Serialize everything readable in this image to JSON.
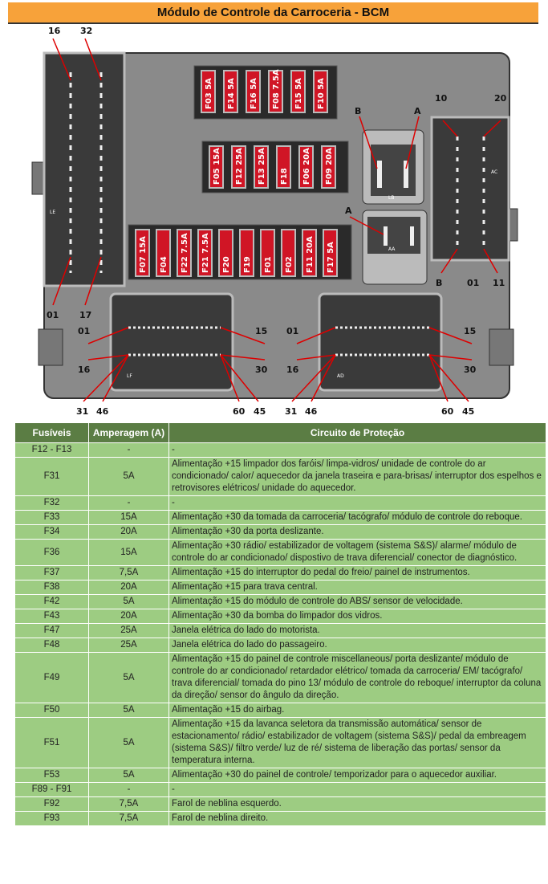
{
  "title": "Módulo de Controle da Carroceria - BCM",
  "diagram": {
    "fuse_row1": [
      "F03 5A",
      "F14 5A",
      "F16 5A",
      "F08 7.5A",
      "F15 5A",
      "F10 5A"
    ],
    "fuse_row2": [
      "F05 15A",
      "F12 25A",
      "F13 25A",
      "F18",
      "F06 20A",
      "F09 20A"
    ],
    "fuse_row3": [
      "F07 15A",
      "F04",
      "F22 7.5A",
      "F21 7.5A",
      "F20",
      "F19",
      "F01",
      "F02",
      "F11 20A",
      "F17 5A"
    ],
    "left_connector": {
      "name": "LE",
      "top_a": "16",
      "top_b": "32",
      "bottom_a": "01",
      "bottom_b": "17"
    },
    "ac_connector": {
      "name": "AC",
      "top_a": "10",
      "top_b": "20",
      "bottom_a": "B",
      "bottom_b": "01",
      "bottom_c": "11"
    },
    "lb_connector": {
      "name": "LB",
      "pin_b": "B",
      "pin_a": "A"
    },
    "aa_connector": {
      "name": "AA",
      "pin_a": "A"
    },
    "lf_connector": {
      "name": "LF",
      "p01": "01",
      "p15": "15",
      "p16": "16",
      "p30": "30",
      "p31": "31",
      "p46": "46",
      "p60": "60",
      "p45": "45"
    },
    "ad_connector": {
      "name": "AD",
      "p01": "01",
      "p15": "15",
      "p16": "16",
      "p30": "30",
      "p31": "31",
      "p46": "46",
      "p60": "60",
      "p45": "45"
    }
  },
  "table": {
    "headers": [
      "Fusíveis",
      "Amperagem (A)",
      "Circuito de Proteção"
    ],
    "rows": [
      [
        "F12 - F13",
        "-",
        "-"
      ],
      [
        "F31",
        "5A",
        "Alimentação +15 limpador dos faróis/ limpa-vidros/ unidade de controle do ar condicionado/ calor/ aquecedor da janela traseira e para-brisas/ interruptor dos espelhos e retrovisores elétricos/ unidade do aquecedor."
      ],
      [
        "F32",
        "-",
        "-"
      ],
      [
        "F33",
        "15A",
        "Alimentação +30 da tomada da carroceria/ tacógrafo/ módulo de controle do reboque."
      ],
      [
        "F34",
        "20A",
        "Alimentação +30 da porta deslizante."
      ],
      [
        "F36",
        "15A",
        "Alimentação +30 rádio/ estabilizador de voltagem (sistema S&S)/ alarme/ módulo de controle do ar condicionado/ dispostivo de trava diferencial/ conector de diagnóstico."
      ],
      [
        "F37",
        "7,5A",
        "Alimentação +15 do interruptor do pedal do freio/ painel de instrumentos."
      ],
      [
        "F38",
        "20A",
        "Alimentação +15 para trava central."
      ],
      [
        "F42",
        "5A",
        "Alimentação +15 do módulo de controle do ABS/ sensor de velocidade."
      ],
      [
        "F43",
        "20A",
        "Alimentação +30 da bomba do limpador dos vidros."
      ],
      [
        "F47",
        "25A",
        "Janela elétrica do lado do motorista."
      ],
      [
        "F48",
        "25A",
        "Janela elétrica do lado do passageiro."
      ],
      [
        "F49",
        "5A",
        "Alimentação +15 do painel de controle miscellaneous/ porta deslizante/ módulo de controle do ar condicionado/ retardador elétrico/  tomada da carroceria/ EM/ tacógrafo/ trava diferencial/ tomada do pino 13/ módulo de controle do reboque/ interruptor da coluna da direção/ sensor do ângulo da direção."
      ],
      [
        "F50",
        "5A",
        "Alimentação +15 do airbag."
      ],
      [
        "F51",
        "5A",
        "Alimentação +15 da lavanca seletora da transmissão automática/ sensor de estacionamento/ rádio/ estabilizador de voltagem (sistema S&S)/ pedal da embreagem (sistema S&S)/ filtro verde/ luz de ré/ sistema de liberação das portas/ sensor da temperatura interna."
      ],
      [
        "F53",
        "5A",
        "Alimentação +30 do painel de controle/ temporizador para o aquecedor auxiliar."
      ],
      [
        "F89 - F91",
        "-",
        "-"
      ],
      [
        "F92",
        "7,5A",
        "Farol de neblina esquerdo."
      ],
      [
        "F93",
        "7,5A",
        "Farol de neblina direito."
      ]
    ]
  },
  "colors": {
    "title_bg": "#f7a23a",
    "header_bg": "#5b7d44",
    "row_bg": "#9dcc82",
    "fuse": "#d01525"
  }
}
